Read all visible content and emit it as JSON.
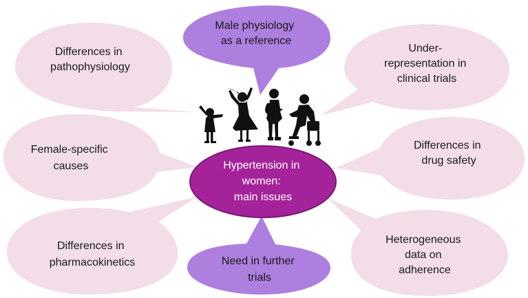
{
  "colors": {
    "pink_bubble": "#f2dde8",
    "purple_bubble": "#ad7fde",
    "center_fill": "#a4239a",
    "center_stroke": "#7a1a72",
    "silhouette": "#111111"
  },
  "center": {
    "lines": [
      "Hypertension in",
      "women:",
      "main issues"
    ]
  },
  "bubbles": {
    "male_physiology": {
      "lines": [
        "Male physiology",
        "as a reference"
      ]
    },
    "pathophysiology": {
      "lines": [
        "Differences in",
        "pathophysiology"
      ]
    },
    "under_representation": {
      "lines": [
        "Under-",
        "representation in",
        "clinical trials"
      ]
    },
    "female_specific": {
      "lines": [
        "Female-specific",
        "causes"
      ]
    },
    "drug_safety": {
      "lines": [
        "Differences in",
        "drug safety"
      ]
    },
    "pharmacokinetics": {
      "lines": [
        "Differences in",
        "pharmacokinetics"
      ]
    },
    "further_trials": {
      "lines": [
        "Need in further",
        "trials"
      ]
    },
    "adherence": {
      "lines": [
        "Heterogeneous",
        "data on",
        "adherence"
      ]
    }
  },
  "icons": [
    "girl-silhouette-icon",
    "woman-dress-silhouette-icon",
    "pregnant-woman-silhouette-icon",
    "elderly-walker-silhouette-icon"
  ]
}
